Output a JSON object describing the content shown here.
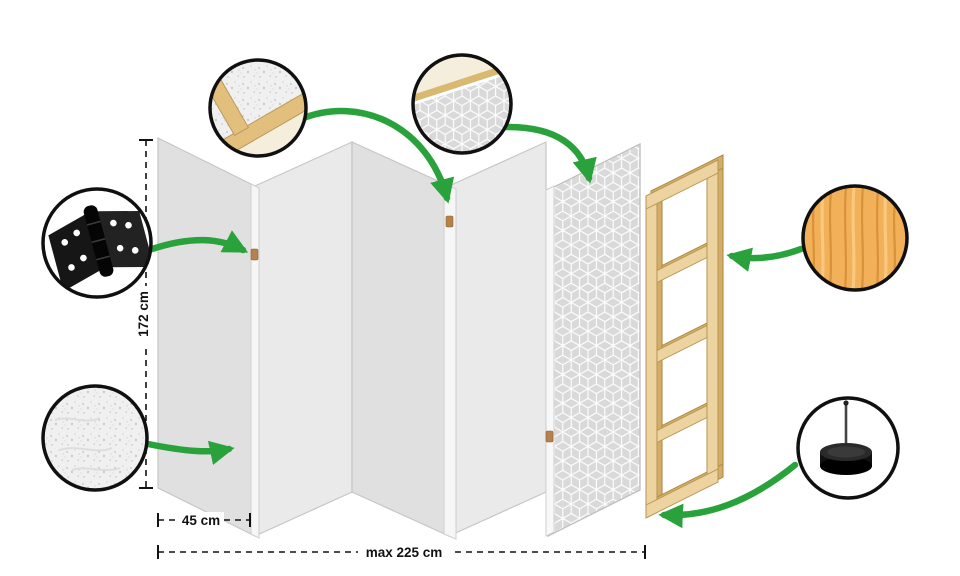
{
  "diagram": {
    "title": "folding-screen-construction-diagram",
    "dimensions": {
      "height": "172 cm",
      "panel_width": "45 cm",
      "max_total_width": "max 225 cm"
    },
    "panels": {
      "count": 5,
      "plain_panels": 4,
      "patterned_panels": 1
    },
    "callouts": [
      {
        "id": "frame-corner",
        "icon": "frame-corner-icon"
      },
      {
        "id": "top-edge-pattern",
        "icon": "panel-edge-pattern-icon"
      },
      {
        "id": "hinge",
        "icon": "hinge-icon"
      },
      {
        "id": "fabric-texture",
        "icon": "fabric-texture-icon"
      },
      {
        "id": "pine-wood",
        "icon": "pine-wood-texture-icon"
      },
      {
        "id": "floor-foot",
        "icon": "floor-protector-foot-icon"
      }
    ],
    "colors": {
      "arrow_green": "#2aa23c",
      "panel_gray": "#e2e2e2",
      "pattern_gray": "#d9d9d9",
      "frame_wood": "#ecd3a0",
      "frame_wood_shadow": "#d4ae69",
      "pine_wood": "#f2b059",
      "hinge_black": "#161616",
      "outline_black": "#101010"
    }
  }
}
